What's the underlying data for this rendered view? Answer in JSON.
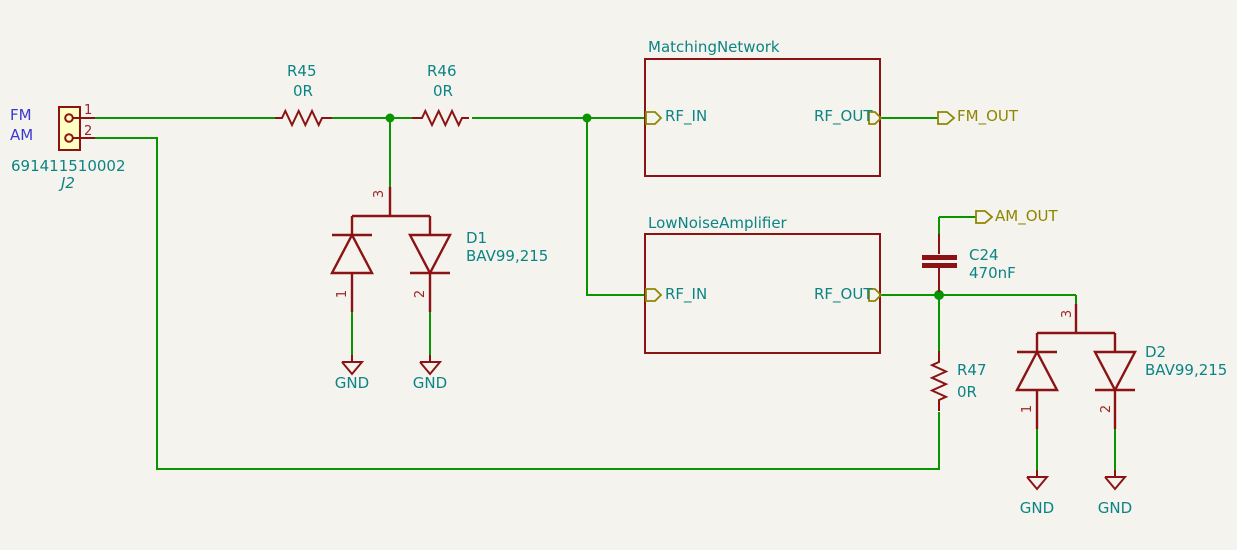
{
  "connector": {
    "ref": "J2",
    "mpn": "691411510002",
    "net_fm": "FM",
    "net_am": "AM",
    "pin1": "1",
    "pin2": "2"
  },
  "resistors": [
    {
      "ref": "R45",
      "value": "0R"
    },
    {
      "ref": "R46",
      "value": "0R"
    },
    {
      "ref": "R47",
      "value": "0R"
    }
  ],
  "diodes": [
    {
      "ref": "D1",
      "value": "BAV99,215",
      "pin_common": "3",
      "pin_left": "1",
      "pin_right": "2"
    },
    {
      "ref": "D2",
      "value": "BAV99,215",
      "pin_common": "3",
      "pin_left": "1",
      "pin_right": "2"
    }
  ],
  "capacitor": {
    "ref": "C24",
    "value": "470nF"
  },
  "sheets": [
    {
      "title": "MatchingNetwork",
      "pin_in": "RF_IN",
      "pin_out": "RF_OUT"
    },
    {
      "title": "LowNoiseAmplifier",
      "pin_in": "RF_IN",
      "pin_out": "RF_OUT"
    }
  ],
  "hier_labels": {
    "fm_out": "FM_OUT",
    "am_out": "AM_OUT"
  },
  "gnd": "GND",
  "colors": {
    "background": "#f4f3ee",
    "wire": "#0a9400",
    "symbol": "#8c1313",
    "component_text": "#0c8484",
    "hier_label": "#8e8600",
    "net_label": "#3a3ad1",
    "pin_number": "#9b2626",
    "connector_fill": "#ffffc2"
  }
}
